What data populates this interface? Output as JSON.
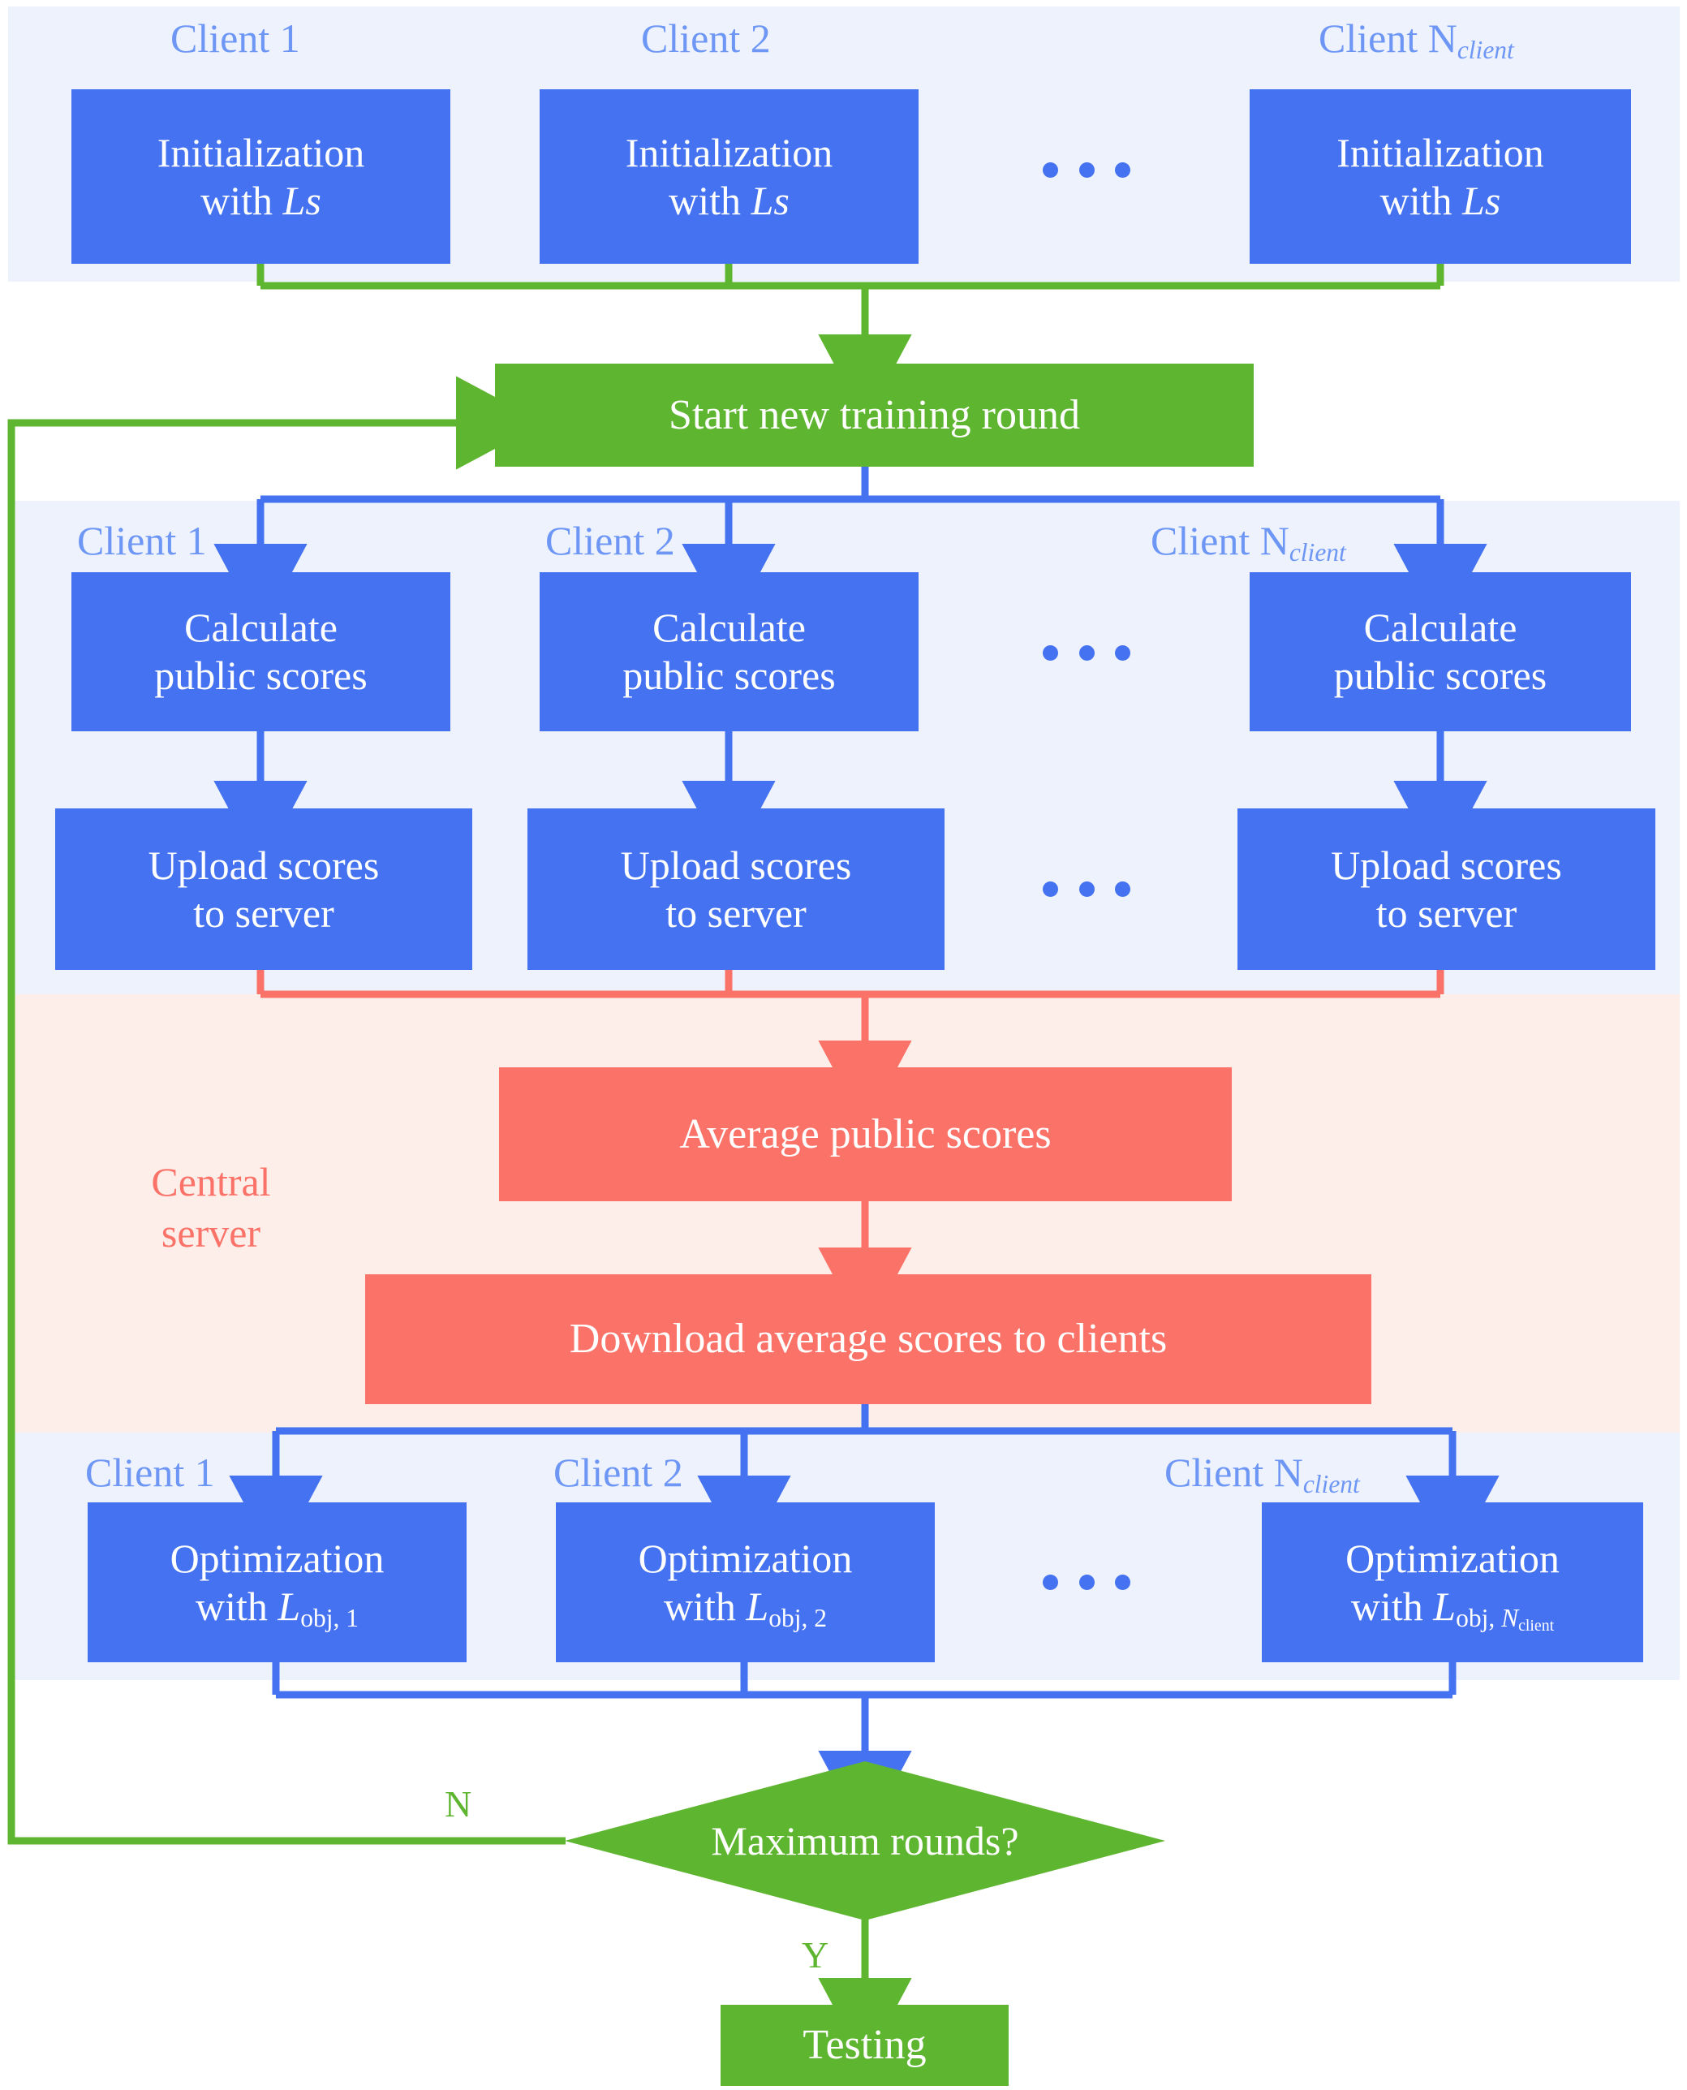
{
  "diagram": {
    "title": "Federated learning training flowchart",
    "colors": {
      "client_box": "#4472f0",
      "server_box": "#fb7268",
      "control_box": "#5eb52f",
      "client_band_bg": "#edf2fd",
      "server_band_bg": "#fdeee9",
      "client_label_text": "#6d96f5",
      "server_label_text": "#fb7268",
      "box_text": "#ffffff",
      "page_bg": "#ffffff"
    },
    "ellipsis": "• • •"
  },
  "init_row": {
    "client_labels": [
      "Client 1",
      "Client 2",
      "Client N"
    ],
    "client_label_sub": "client",
    "boxes": [
      {
        "line1": "Initialization",
        "line2_pre": "with ",
        "line2_sym": "Ls"
      },
      {
        "line1": "Initialization",
        "line2_pre": "with ",
        "line2_sym": "Ls"
      },
      {
        "line1": "Initialization",
        "line2_pre": "with ",
        "line2_sym": "Ls"
      }
    ]
  },
  "start_round": {
    "label": "Start new training round"
  },
  "calc_row": {
    "client_labels": [
      "Client 1",
      "Client 2",
      "Client N"
    ],
    "client_label_sub": "client",
    "boxes": [
      {
        "line1": "Calculate",
        "line2": "public scores"
      },
      {
        "line1": "Calculate",
        "line2": "public scores"
      },
      {
        "line1": "Calculate",
        "line2": "public scores"
      }
    ]
  },
  "upload_row": {
    "boxes": [
      {
        "line1": "Upload scores",
        "line2": "to server"
      },
      {
        "line1": "Upload scores",
        "line2": "to server"
      },
      {
        "line1": "Upload scores",
        "line2": "to server"
      }
    ]
  },
  "server": {
    "label_line1": "Central",
    "label_line2": "server",
    "average_box": "Average public scores",
    "download_box": "Download average scores to clients"
  },
  "optimize_row": {
    "client_labels": [
      "Client 1",
      "Client 2",
      "Client N"
    ],
    "client_label_sub": "client",
    "boxes": [
      {
        "line1": "Optimization",
        "line2_pre": "with ",
        "line2_sym": "L",
        "sub_main": "obj, ",
        "sub_idx": "1",
        "sub_idx_sub": ""
      },
      {
        "line1": "Optimization",
        "line2_pre": "with ",
        "line2_sym": "L",
        "sub_main": "obj, ",
        "sub_idx": "2",
        "sub_idx_sub": ""
      },
      {
        "line1": "Optimization",
        "line2_pre": "with ",
        "line2_sym": "L",
        "sub_main": "obj, ",
        "sub_idx": "N",
        "sub_idx_sub": "client"
      }
    ]
  },
  "decision": {
    "label": "Maximum rounds?",
    "no_branch": "N",
    "yes_branch": "Y"
  },
  "testing": {
    "label": "Testing"
  }
}
